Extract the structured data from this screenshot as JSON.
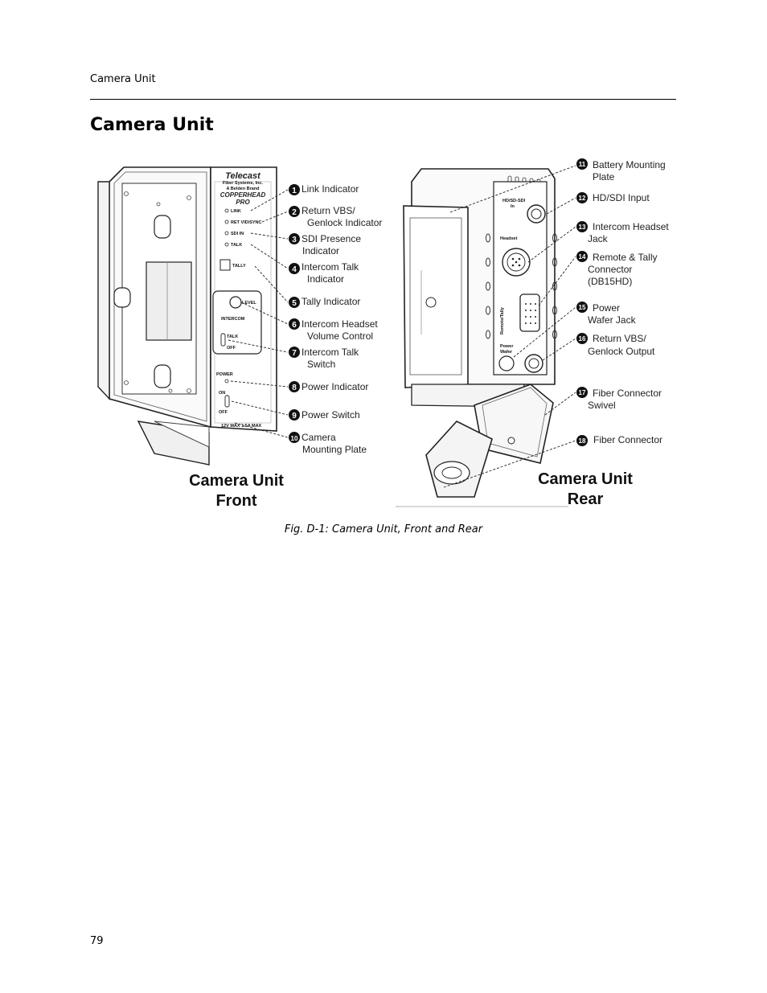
{
  "header": {
    "running_title": "Camera Unit"
  },
  "page": {
    "title": "Camera Unit",
    "number": "79"
  },
  "figure": {
    "caption": "Fig. D-1: Camera Unit, Front and Rear",
    "front_label": {
      "line1": "Camera Unit",
      "line2": "Front"
    },
    "rear_label": {
      "line1": "Camera Unit",
      "line2": "Rear"
    },
    "front_panel": {
      "brand": "Telecast",
      "brand_sub": "Fiber Systems, Inc.",
      "brand_sub2": "A Belden Brand",
      "model1": "COPPERHEAD",
      "model2": "PRO",
      "indicators": [
        "LINK",
        "RET VID/SYNC",
        "SDI IN",
        "TALK"
      ],
      "tally": "TALLY",
      "level": "LEVEL",
      "intercom": "INTERCOM",
      "talk": "TALK",
      "off": "OFF",
      "power": "POWER",
      "on": "ON",
      "off2": "OFF",
      "voltage": "12V MAX 1.5A MAX"
    },
    "rear_panel": {
      "hdsdi": "HD/SD-SDI",
      "in": "In",
      "headset": "Headset",
      "remote_tally": "Remote/Tally",
      "power": "Power",
      "wafer": "Wafer"
    },
    "callouts_front": [
      {
        "num": "1",
        "line1": "Link Indicator",
        "line2": ""
      },
      {
        "num": "2",
        "line1": "Return VBS/",
        "line2": "Genlock Indicator"
      },
      {
        "num": "3",
        "line1": "SDI Presence",
        "line2": "Indicator"
      },
      {
        "num": "4",
        "line1": "Intercom Talk",
        "line2": "Indicator"
      },
      {
        "num": "5",
        "line1": "Tally Indicator",
        "line2": ""
      },
      {
        "num": "6",
        "line1": "Intercom Headset",
        "line2": "Volume Control"
      },
      {
        "num": "7",
        "line1": "Intercom Talk",
        "line2": "Switch"
      },
      {
        "num": "8",
        "line1": "Power Indicator",
        "line2": ""
      },
      {
        "num": "9",
        "line1": "Power Switch",
        "line2": ""
      },
      {
        "num": "10",
        "line1": "Camera",
        "line2": "Mounting Plate"
      }
    ],
    "callouts_rear": [
      {
        "num": "11",
        "line1": "Battery Mounting",
        "line2": "Plate",
        "line3": ""
      },
      {
        "num": "12",
        "line1": "HD/SDI Input",
        "line2": "",
        "line3": ""
      },
      {
        "num": "13",
        "line1": "Intercom Headset",
        "line2": "Jack",
        "line3": ""
      },
      {
        "num": "14",
        "line1": "Remote & Tally",
        "line2": "Connector",
        "line3": "(DB15HD)"
      },
      {
        "num": "15",
        "line1": "Power",
        "line2": "Wafer Jack",
        "line3": ""
      },
      {
        "num": "16",
        "line1": "Return VBS/",
        "line2": "Genlock Output",
        "line3": ""
      },
      {
        "num": "17",
        "line1": "Fiber Connector",
        "line2": "Swivel",
        "line3": ""
      },
      {
        "num": "18",
        "line1": "Fiber Connector",
        "line2": "",
        "line3": ""
      }
    ]
  }
}
